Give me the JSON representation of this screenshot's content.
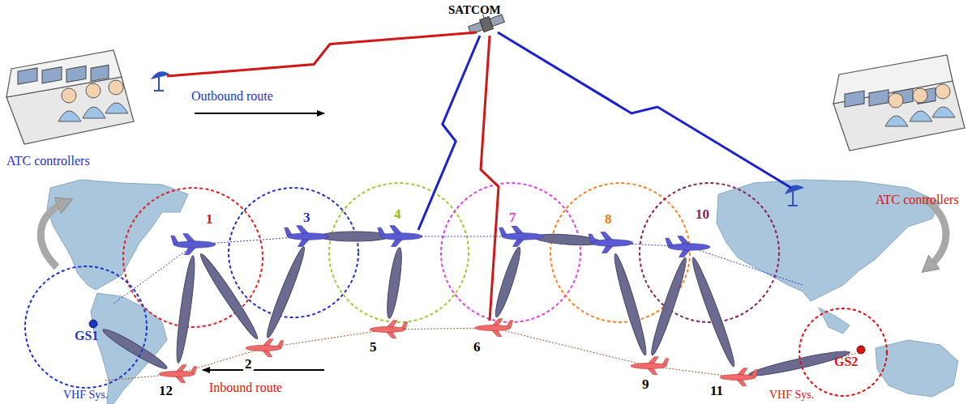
{
  "diagram": {
    "nodes": [
      {
        "text": [
          "GS1",
          "VHF Sys."
        ]
      },
      {
        "text": [
          "GS2",
          "VHF Sys."
        ]
      }
    ],
    "labels": [
      "SATCOM",
      "Outbound route",
      "ATC controllers",
      "ATC controllers",
      "1",
      "3",
      "4",
      "7",
      "8",
      "10",
      "12",
      "2",
      "5",
      "6",
      "9",
      "11",
      "Inbound route"
    ]
  }
}
